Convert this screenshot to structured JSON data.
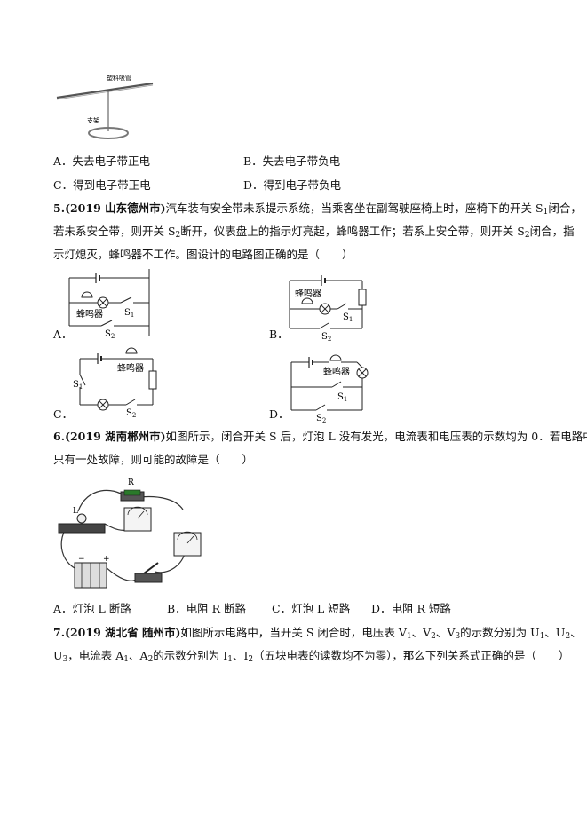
{
  "fig_straw": {
    "straw_label": "塑料吸管",
    "stand_label": "支架"
  },
  "q4_options": [
    {
      "label": "A．失去电子带正电"
    },
    {
      "label": "B．失去电子带负电"
    },
    {
      "label": "C．得到电子带正电"
    },
    {
      "label": "D．得到电子带负电"
    }
  ],
  "q5": {
    "number": "5.",
    "source": "(2019 山东德州市)",
    "text_line1": "汽车装有安全带未系提示系统，当乘客坐在副驾驶座椅上时，座椅下的开关 S",
    "text_line1_sub": "1",
    "text_line1_tail": "闭合，",
    "text_line2_a": "若未系安全带，则开关 S",
    "text_line2_sub": "2",
    "text_line2_b": "断开，仪表盘上的指示灯亮起，蜂鸣器工作；若系上安全带，则开关 S",
    "text_line2_sub2": "2",
    "text_line2_c": "闭合，指",
    "text_line3": "示灯熄灭，蜂鸣器不工作。图设计的电路图正确的是（　　）",
    "buzzer": "蜂鸣器",
    "s1": "S",
    "s1_sub": "1",
    "s2": "S",
    "s2_sub": "2",
    "options": [
      {
        "label": "A．"
      },
      {
        "label": "B．"
      },
      {
        "label": "C．"
      },
      {
        "label": "D．"
      }
    ]
  },
  "q6": {
    "number": "6.",
    "source": "(2019 湖南郴州市)",
    "text_line1": "如图所示，闭合开关 S 后，灯泡 L 没有发光，电流表和电压表的示数均为 0．若电路中",
    "text_line2": "只有一处故障，则可能的故障是（　　）",
    "fig_R": "R",
    "fig_L": "L",
    "fig_minus": "−",
    "fig_plus": "+",
    "options": [
      {
        "label": "A．灯泡 L 断路"
      },
      {
        "label": "B．电阻 R 断路"
      },
      {
        "label": "C．灯泡 L 短路"
      },
      {
        "label": "D．电阻 R 短路"
      }
    ]
  },
  "q7": {
    "number": "7.",
    "source": "(2019 湖北省 随州市)",
    "text_line1_a": "如图所示电路中，当开关 S 闭合时，电压表 V",
    "text_line1_s1": "1",
    "text_line1_b": "、V",
    "text_line1_s2": "2",
    "text_line1_c": "、V",
    "text_line1_s3": "3",
    "text_line1_d": "的示数分别为 U",
    "text_line1_s4": "1",
    "text_line1_e": "、U",
    "text_line1_s5": "2",
    "text_line1_f": "、",
    "text_line2_a": "U",
    "text_line2_s1": "3",
    "text_line2_b": "，电流表 A",
    "text_line2_s2": "1",
    "text_line2_c": "、A",
    "text_line2_s3": "2",
    "text_line2_d": "的示数分别为 I",
    "text_line2_s4": "1",
    "text_line2_e": "、I",
    "text_line2_s5": "2",
    "text_line2_f": "（五块电表的读数均不为零），那么下列关系式正确的是（　　）"
  }
}
